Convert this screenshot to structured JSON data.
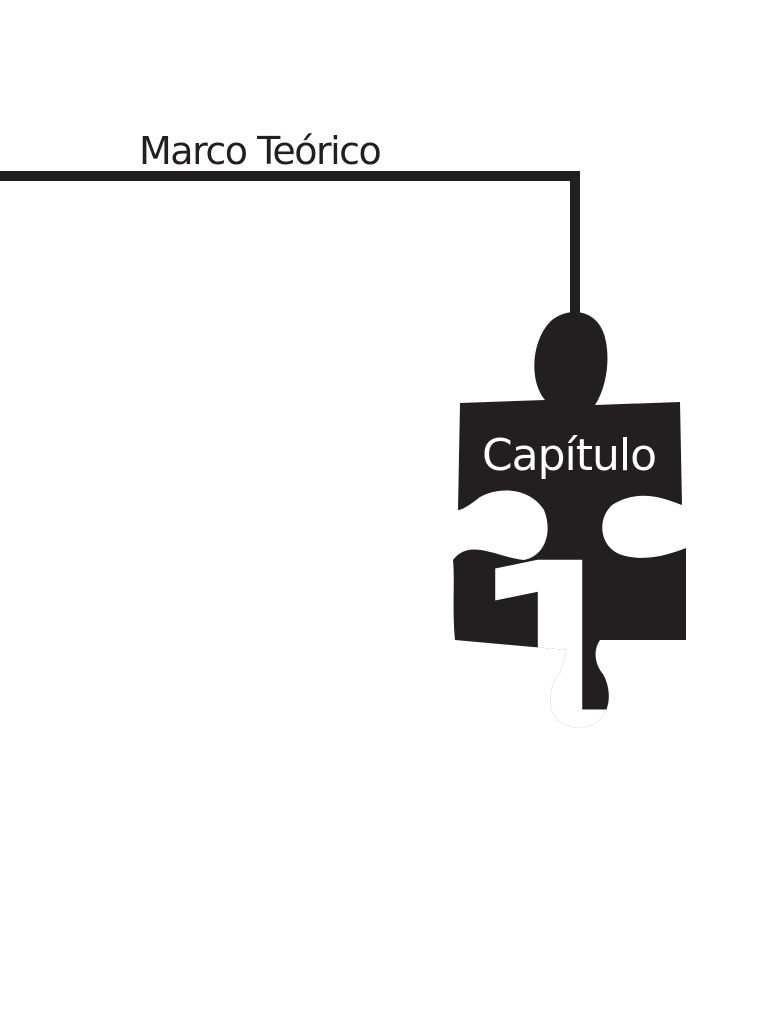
{
  "section_title": "Marco Teórico",
  "badge": {
    "label": "Capítulo",
    "number": "1"
  },
  "colors": {
    "ink": "#231f20",
    "paper": "#ffffff"
  }
}
